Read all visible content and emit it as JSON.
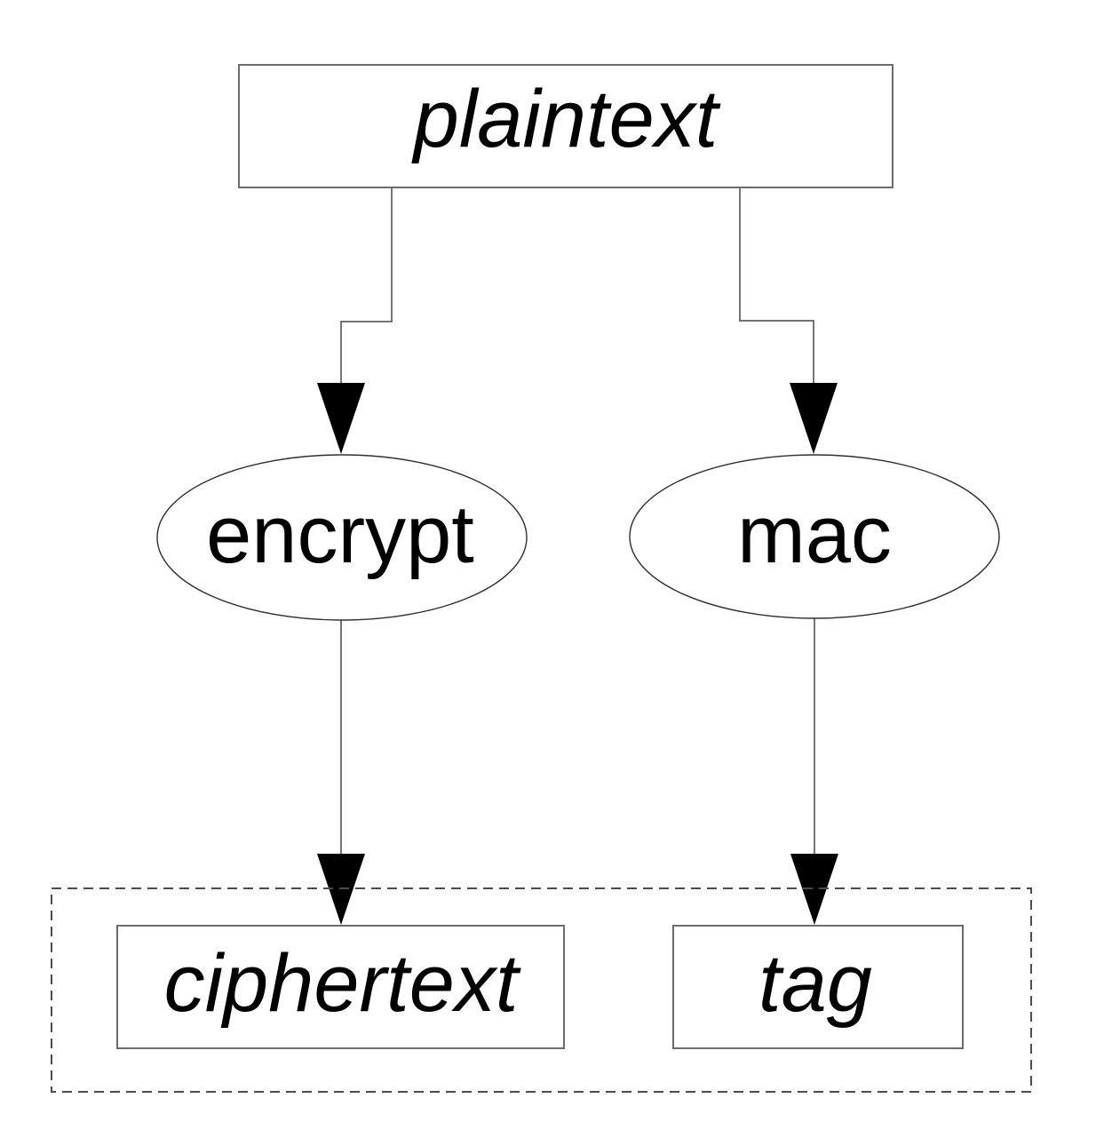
{
  "diagram": {
    "kind": "flowchart",
    "nodes": {
      "plaintext": {
        "label": "plaintext",
        "shape": "rectangle"
      },
      "encrypt": {
        "label": "encrypt",
        "shape": "ellipse"
      },
      "mac": {
        "label": "mac",
        "shape": "ellipse"
      },
      "ciphertext": {
        "label": "ciphertext",
        "shape": "rectangle"
      },
      "tag": {
        "label": "tag",
        "shape": "rectangle"
      }
    },
    "edges": [
      {
        "from": "plaintext",
        "to": "encrypt"
      },
      {
        "from": "plaintext",
        "to": "mac"
      },
      {
        "from": "encrypt",
        "to": "ciphertext"
      },
      {
        "from": "mac",
        "to": "tag"
      }
    ],
    "groups": [
      {
        "name": "output-group",
        "style": "dashed",
        "contains": [
          "ciphertext",
          "tag"
        ]
      }
    ],
    "colors": {
      "background": "#ffffff",
      "box_stroke": "#6b6b6b",
      "ellipse_stroke": "#2f2f2f",
      "connector_stroke": "#5f5f5f",
      "flowline_stroke": "#3a3a3a",
      "dashed_stroke": "#4d4d4d",
      "arrow_fill": "#000000",
      "text": "#000000"
    }
  }
}
